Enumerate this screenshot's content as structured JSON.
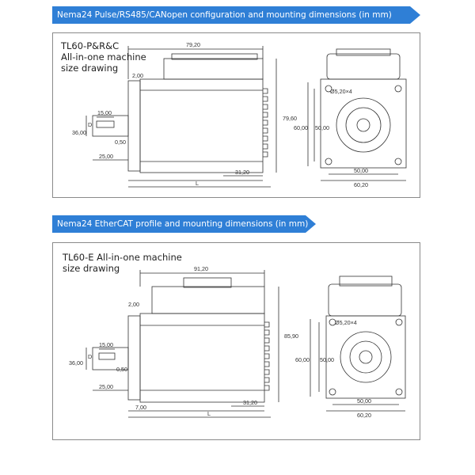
{
  "colors": {
    "banner": "#2f7fd6",
    "line": "#333333"
  },
  "section1": {
    "title": "Nema24 Pulse/RS485/CANopen configuration and mounting dimensions (in mm)",
    "model_label": [
      "TL60-P&R&C",
      "All-in-one machine",
      "size drawing"
    ],
    "dims": {
      "top_length": "79,20",
      "flange": "2,00",
      "height": "79,60",
      "shaft_len": "15,00",
      "key": "D",
      "shaft_dia": "36,00",
      "key_w": "0,50",
      "shaft_total": "25,00",
      "rear": "31,20",
      "overall": "L",
      "hole": "Ø5,20×4",
      "front_h": "60,00",
      "front_h2": "50,00",
      "front_w": "50,00",
      "front_w2": "60,20"
    }
  },
  "section2": {
    "title": "Nema24 EtherCAT profile and mounting dimensions (in mm)",
    "model_label": [
      "TL60-E All-in-one machine",
      "size drawing"
    ],
    "dims": {
      "top_length": "91,20",
      "flange": "2,00",
      "height": "85,90",
      "shaft_len": "15,00",
      "key": "D",
      "shaft_dia": "36,00",
      "key_w": "0,50",
      "shaft_total": "25,00",
      "front_flange": "7,00",
      "rear": "31,20",
      "overall": "L",
      "hole": "Ø5,20×4",
      "front_h": "60,00",
      "front_h2": "50,00",
      "front_w": "50,00",
      "front_w2": "60,20"
    }
  }
}
